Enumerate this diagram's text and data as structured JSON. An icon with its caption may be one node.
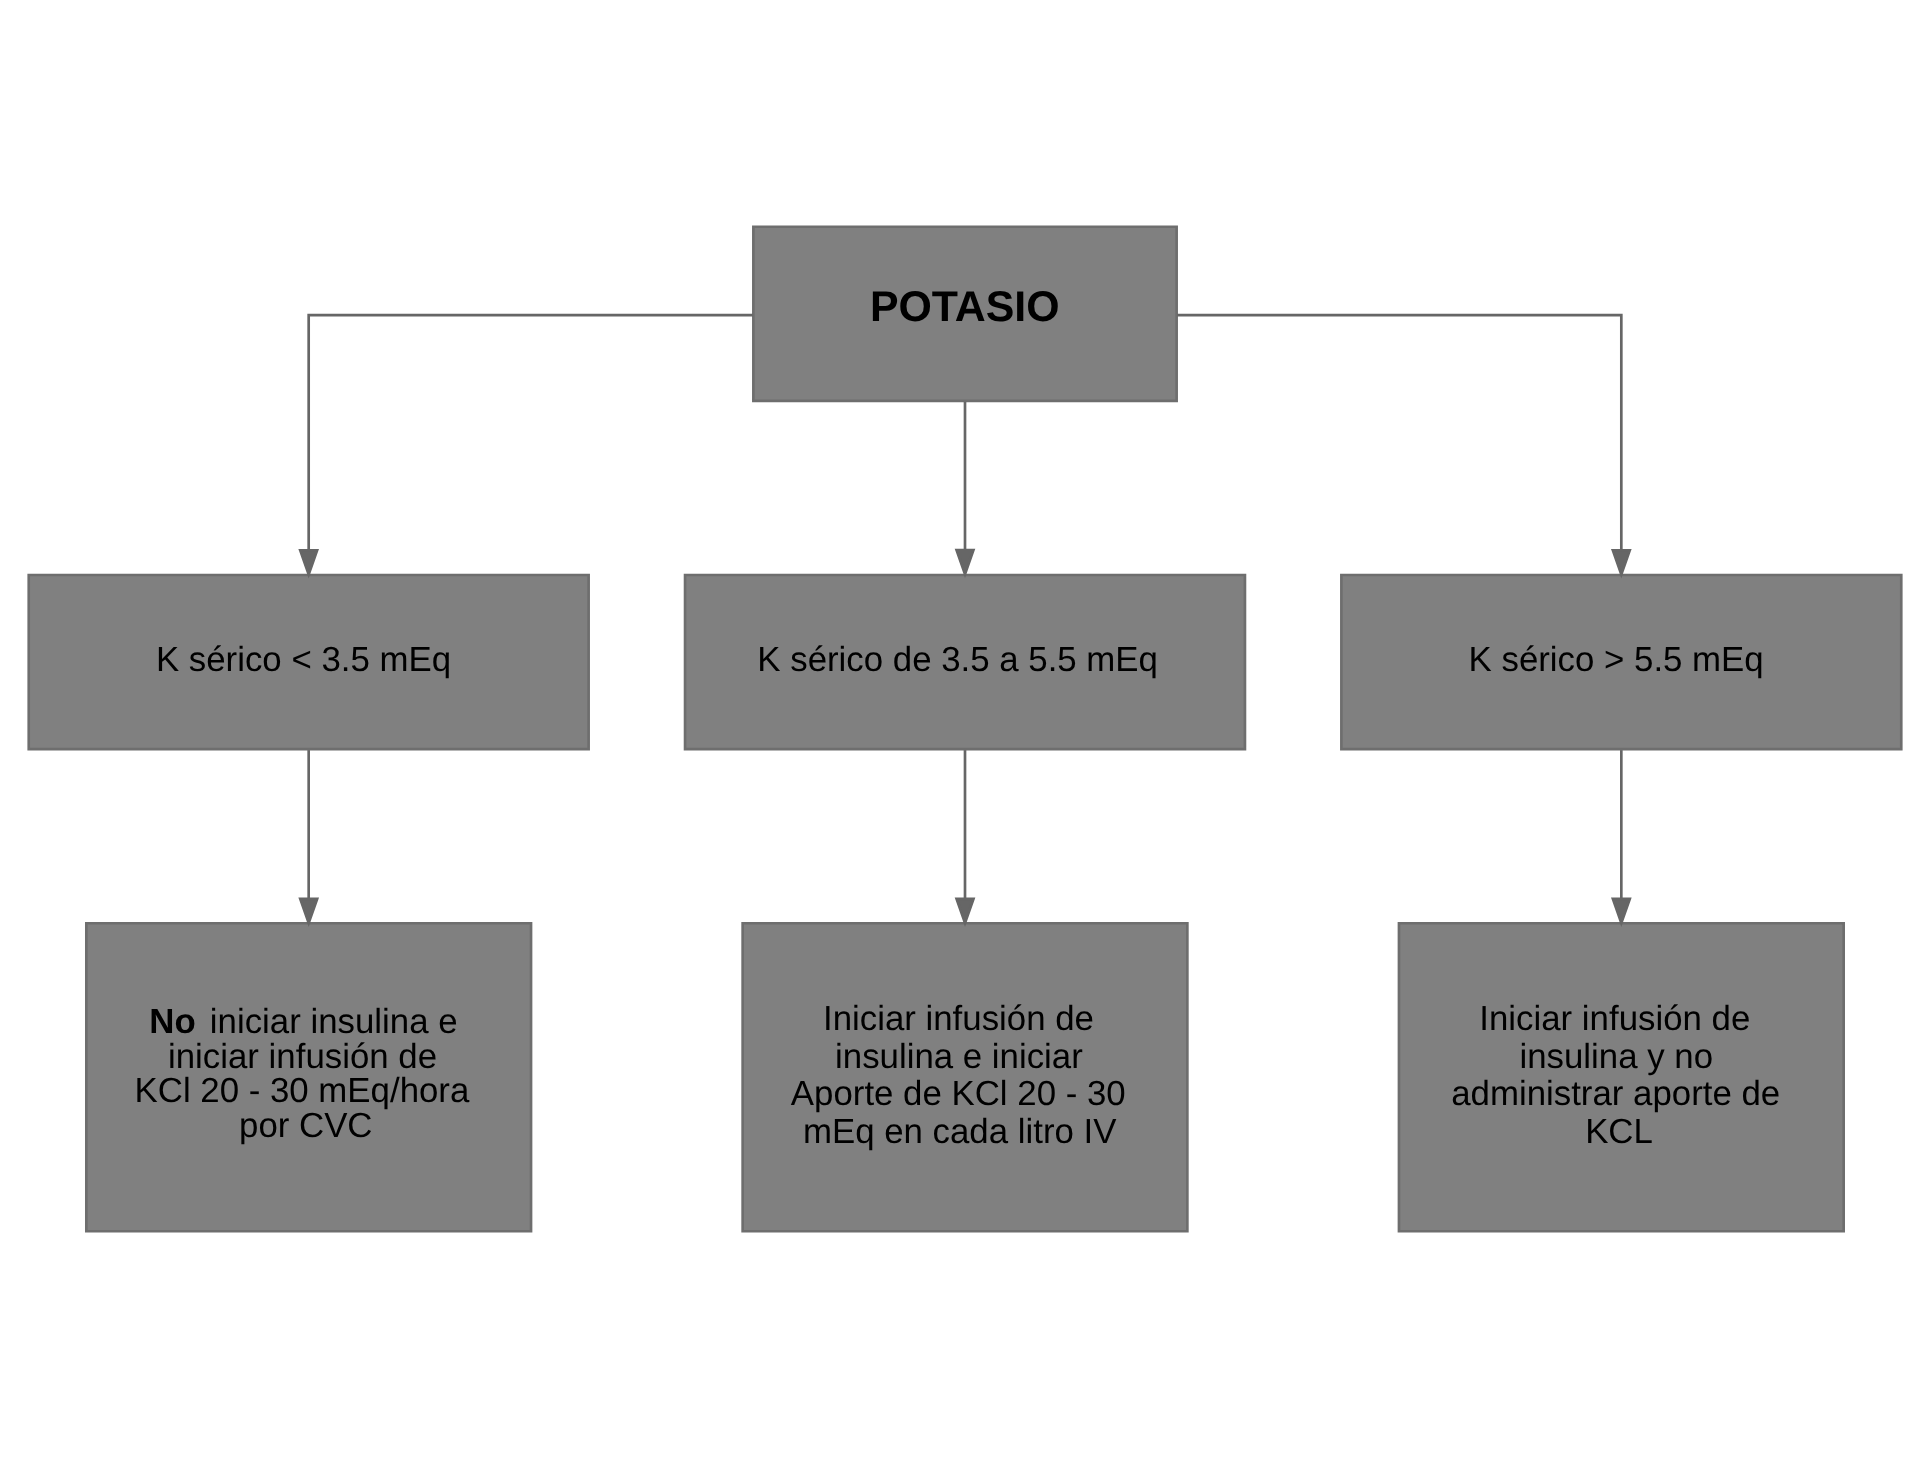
{
  "diagram": {
    "nodes": [
      {
        "text": [
          "POTASIO"
        ]
      },
      {
        "text": [
          "K sérico < 3.5 mEq"
        ]
      },
      {
        "text": [
          "K sérico de 3.5 a 5.5 mEq"
        ]
      },
      {
        "text": [
          "K sérico > 5.5 mEq"
        ]
      },
      {
        "text": [
          "**No** iniciar insulina e iniciar infusión de KCl 20 - 30 mEq/hora por CVC"
        ]
      },
      {
        "text": [
          "Iniciar infusión de insulina e iniciar Aporte de KCl 20 - 30 mEq en cada litro IV"
        ]
      },
      {
        "text": [
          "Iniciar infusión de insulina y no administrar aporte de KCL"
        ]
      }
    ],
    "edges": [
      {
        "from": 0,
        "to": 1,
        "arrow": "to"
      },
      {
        "from": 0,
        "to": 2,
        "arrow": "to"
      },
      {
        "from": 0,
        "to": 3,
        "arrow": "to"
      },
      {
        "from": 1,
        "to": 4,
        "arrow": "to"
      },
      {
        "from": 2,
        "to": 5,
        "arrow": "to"
      },
      {
        "from": 3,
        "to": 6,
        "arrow": "to"
      }
    ]
  }
}
